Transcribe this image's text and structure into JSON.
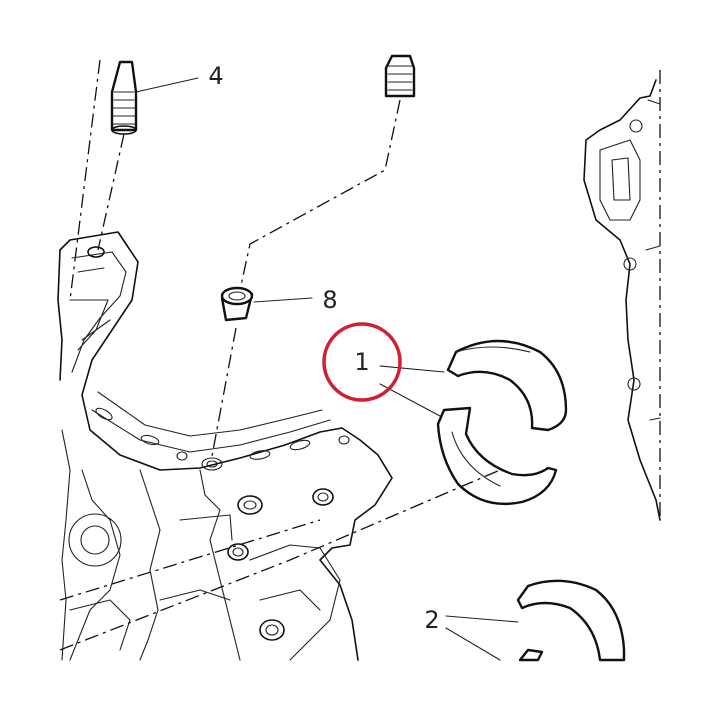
{
  "diagram": {
    "callouts": [
      {
        "id": "bearing-shell-pair",
        "label": "1"
      },
      {
        "id": "bearing-shell-lower",
        "label": "2"
      },
      {
        "id": "stud",
        "label": "4"
      },
      {
        "id": "dowel",
        "label": "8"
      }
    ],
    "highlight": {
      "target": "1",
      "color": "#d01f2e"
    }
  }
}
